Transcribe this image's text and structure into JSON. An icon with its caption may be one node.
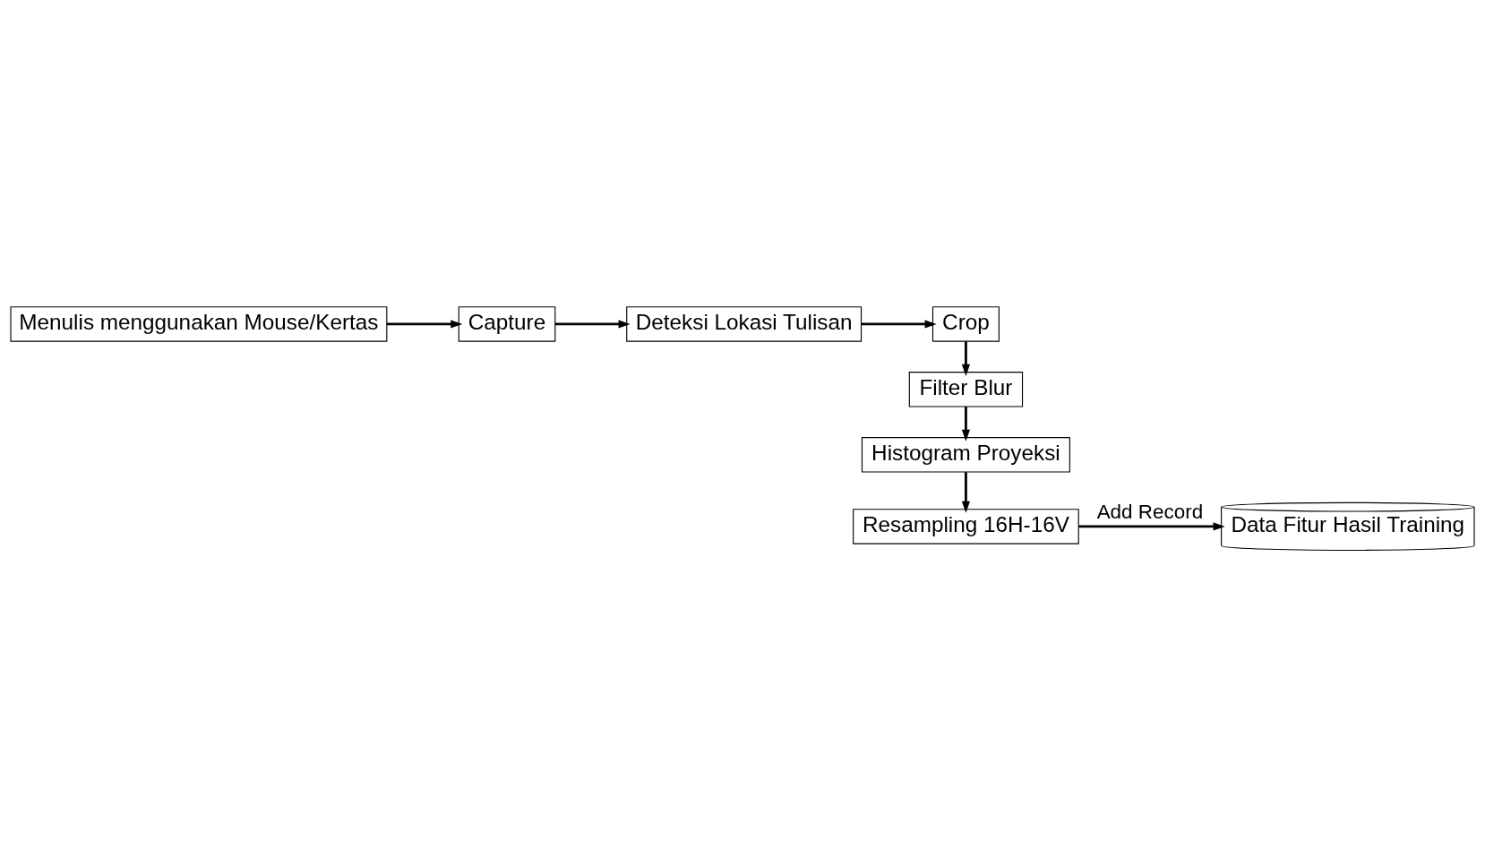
{
  "diagram": {
    "nodes": [
      {
        "text": [
          "Menulis menggunakan Mouse/Kertas"
        ]
      },
      {
        "text": [
          "Capture"
        ]
      },
      {
        "text": [
          "Deteksi Lokasi Tulisan"
        ]
      },
      {
        "text": [
          "Crop"
        ]
      },
      {
        "text": [
          "Filter Blur"
        ]
      },
      {
        "text": [
          "Histogram Proyeksi"
        ]
      },
      {
        "text": [
          "Resampling 16H-16V"
        ]
      },
      {
        "text": [
          "Data Fitur Hasil Training"
        ]
      }
    ],
    "edges": [
      {
        "from": 0,
        "to": 1,
        "arrow": "to"
      },
      {
        "from": 1,
        "to": 2,
        "arrow": "to"
      },
      {
        "from": 2,
        "to": 3,
        "arrow": "to"
      },
      {
        "from": 3,
        "to": 4,
        "arrow": "to"
      },
      {
        "from": 4,
        "to": 5,
        "arrow": "to"
      },
      {
        "from": 5,
        "to": 6,
        "arrow": "to"
      },
      {
        "from": 6,
        "to": 7,
        "label": "Add Record",
        "arrow": "to"
      }
    ]
  }
}
